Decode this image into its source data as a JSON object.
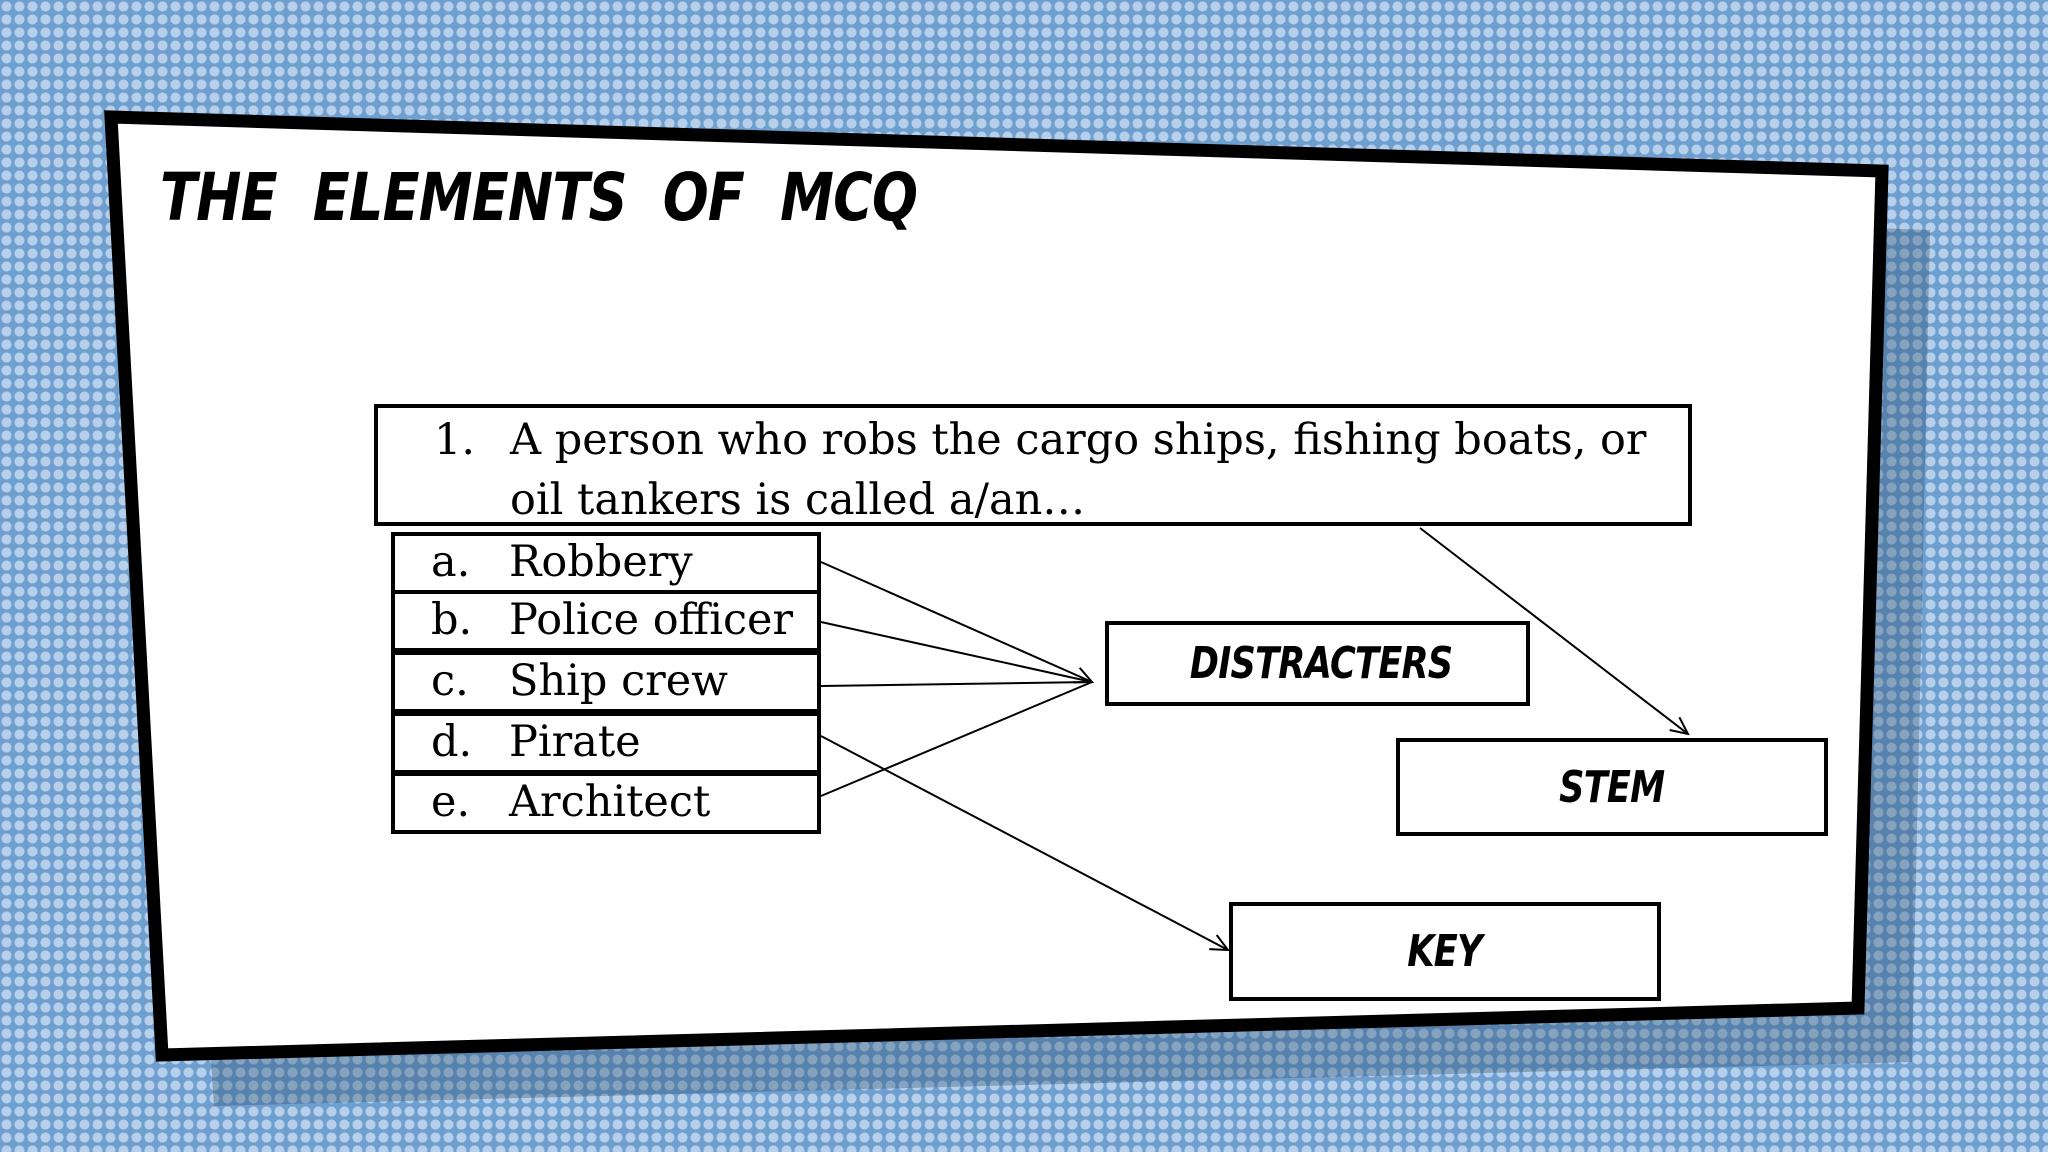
{
  "slide": {
    "title": "The Elements of MCQ"
  },
  "question": {
    "number": "1.",
    "stem": "A person who robs the cargo ships, fishing boats, or oil tankers is called a/an…"
  },
  "options": [
    {
      "letter": "a.",
      "text": "Robbery"
    },
    {
      "letter": "b.",
      "text": "Police officer"
    },
    {
      "letter": "c.",
      "text": "Ship crew"
    },
    {
      "letter": "d.",
      "text": "Pirate"
    },
    {
      "letter": "e.",
      "text": "Architect"
    }
  ],
  "labels": {
    "distracters": "Distracters",
    "stem": "Stem",
    "key": "Key"
  }
}
